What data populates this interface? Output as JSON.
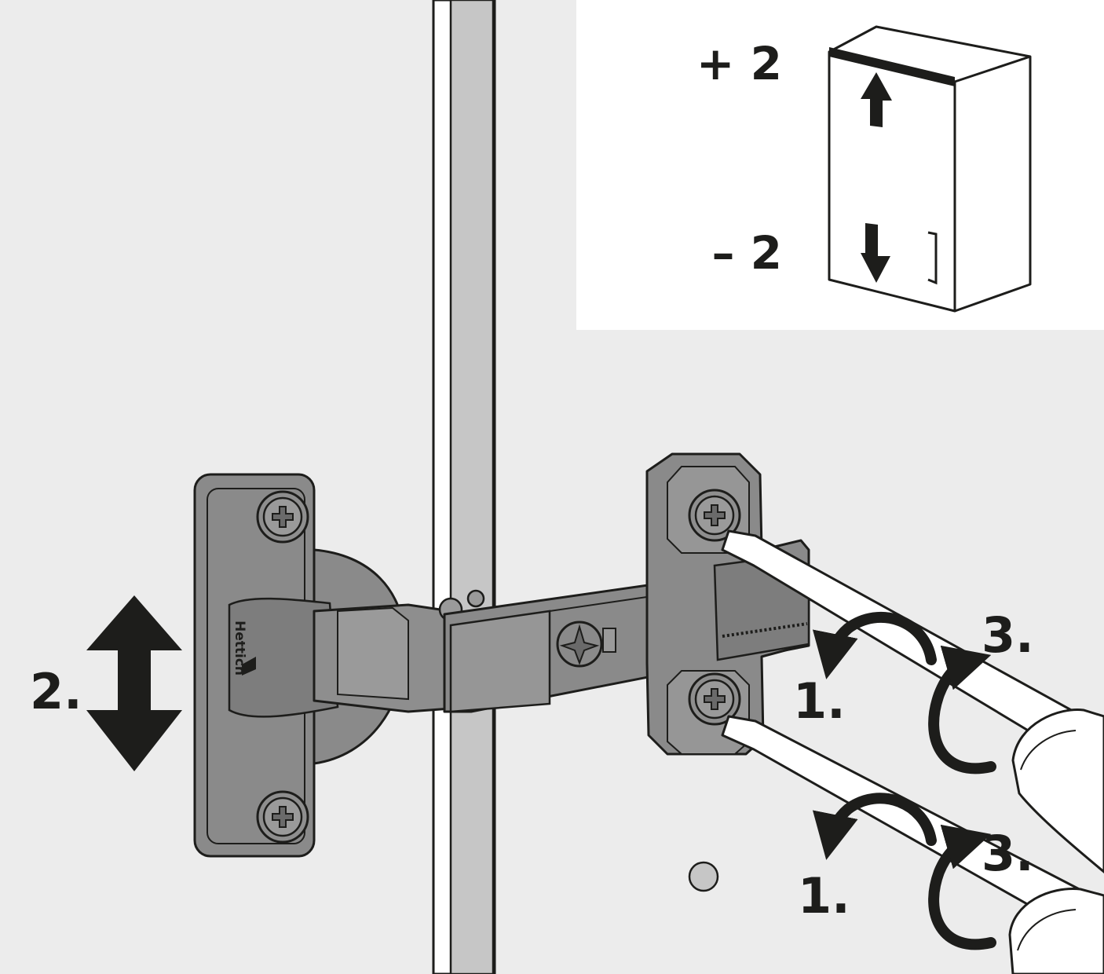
{
  "labels": {
    "height_plus": "+ 2",
    "height_minus": "– 2",
    "step_loosen": "1.",
    "step_adjust": "2.",
    "step_tighten": "3."
  },
  "logo_text": "Hettich",
  "colors": {
    "background": "#ececec",
    "inset_background": "#ffffff",
    "frame_strip": "#c6c6c6",
    "hinge_metal": "#8a8a8a",
    "hinge_dark": "#6f6f6f",
    "ink": "#1d1d1b"
  }
}
